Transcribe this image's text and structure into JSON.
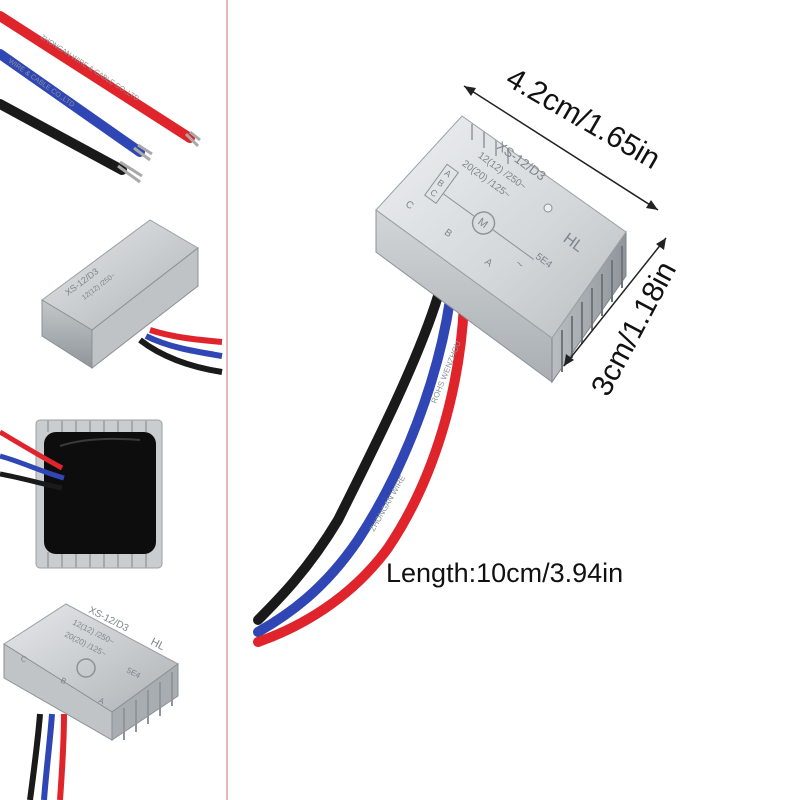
{
  "module_label": {
    "model": "XS-12/D3",
    "rating1": "12(12) /250~",
    "rating2": "20(20) /125~",
    "brand": "HL",
    "code": "5E4",
    "pin_a": "A",
    "pin_b": "B",
    "pin_c": "C",
    "motor": "M",
    "tilde": "~"
  },
  "wire_print": {
    "blue": "WIRE & CABLE CO.,LTD",
    "red": "ZHONGAN WIRE & CABLE CO.,LTD",
    "main_red": "ROHS WENZHOU",
    "main_blue": "ZHONGAN WIRE"
  },
  "dimensions": {
    "width_label": "4.2cm/1.65in",
    "height_label": "3cm/1.18in",
    "length_label": "Length:10cm/3.94in"
  },
  "colors": {
    "wire_red": "#e0242c",
    "wire_blue": "#3046b4",
    "wire_black": "#1a1a1a",
    "metal": "#cfd3d6",
    "potting": "#0d0d0d",
    "divider": "#e3b9b9"
  }
}
